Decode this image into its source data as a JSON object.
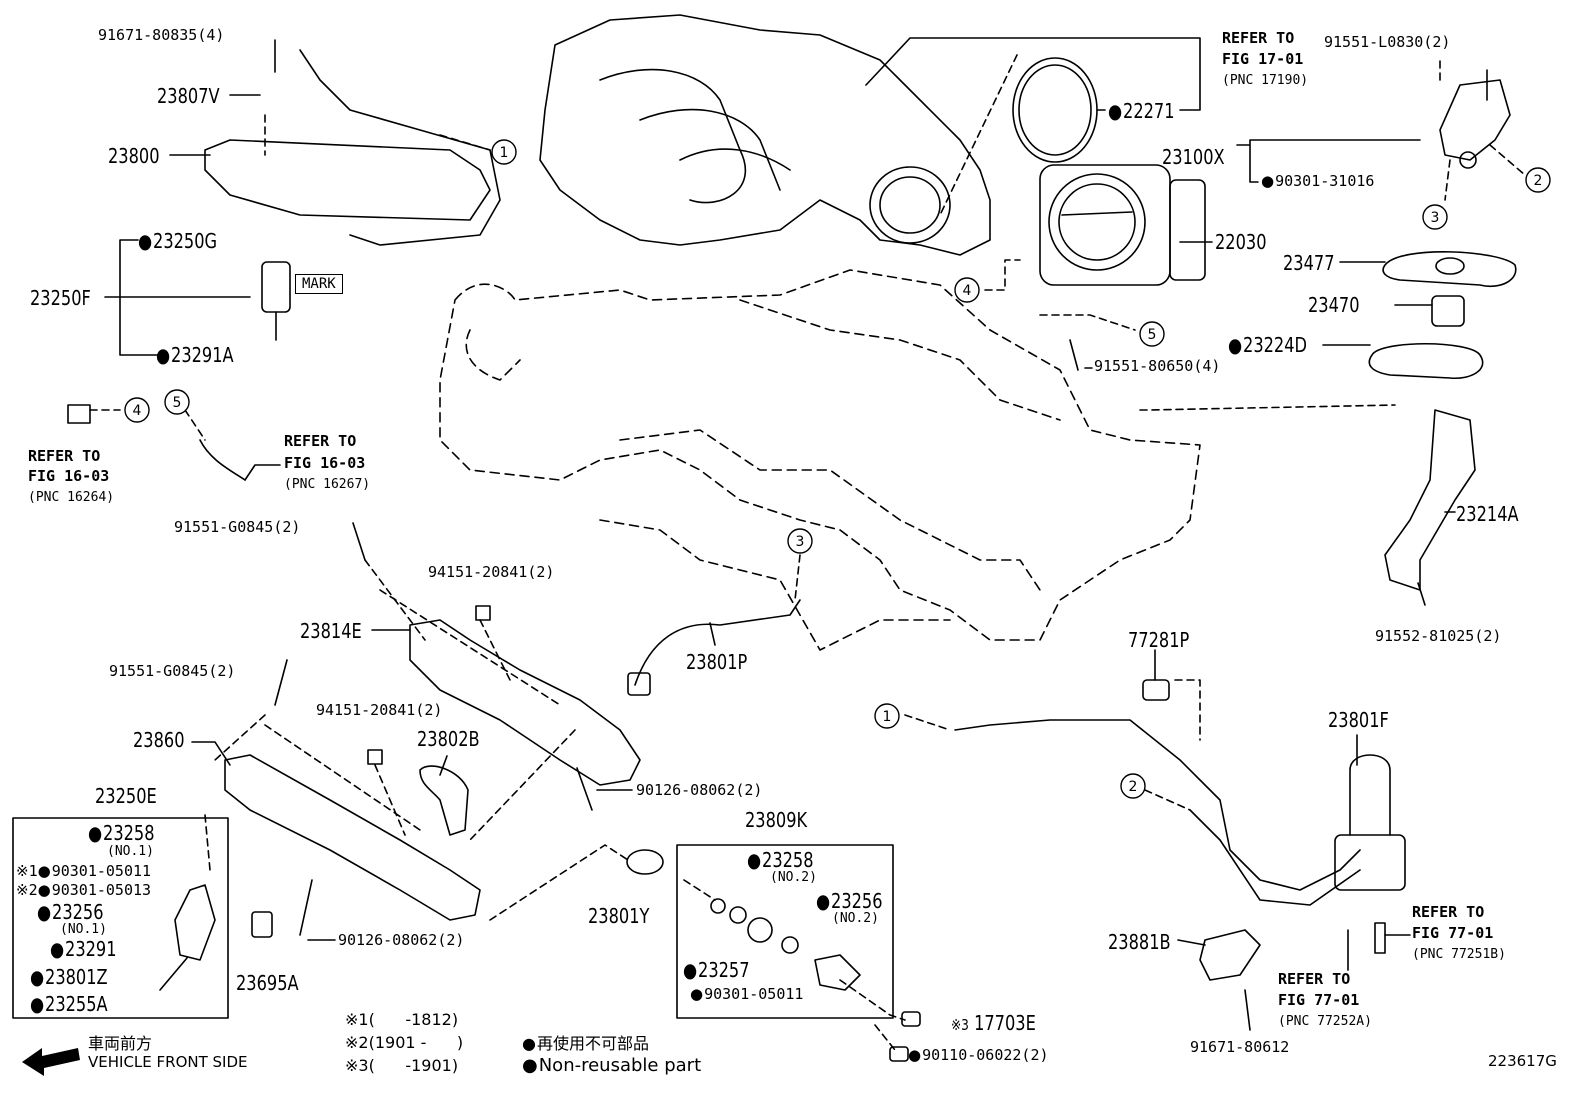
{
  "diagram_id": "223617G",
  "box_mark": "MARK",
  "labels": {
    "l1": "91671-80835(4)",
    "l2": "23807V",
    "l3": "23800",
    "l4": "23250G",
    "l5": "23250F",
    "l6": "23291A",
    "l7": "REFER TO",
    "l8": "FIG 16-03",
    "l9": "(PNC 16264)",
    "l10": "REFER TO",
    "l11": "FIG 16-03",
    "l12": "(PNC 16267)",
    "l13": "REFER TO",
    "l14": "FIG 17-01",
    "l15": "(PNC 17190)",
    "l16": "22271",
    "l17": "91551-L0830(2)",
    "l18": "23100X",
    "l19": "90301-31016",
    "l20": "22030",
    "l21": "23477",
    "l22": "23470",
    "l23": "23224D",
    "l24": "91551-80650(4)",
    "l25": "23214A",
    "l26": "91552-81025(2)",
    "l27": "91551-G0845(2)",
    "l28": "94151-20841(2)",
    "l29": "23814E",
    "l30": "23801P",
    "l31": "91551-G0845(2)",
    "l32": "94151-20841(2)",
    "l33": "23860",
    "l34": "23802B",
    "l35": "90126-08062(2)",
    "l36": "23250E",
    "l37": "23258",
    "l38": "(NO.1)",
    "l39": "90301-05011",
    "l40": "90301-05013",
    "l41": "23256",
    "l42": "(NO.1)",
    "l43": "23291",
    "l44": "23801Z",
    "l45": "23255A",
    "l46": "23695A",
    "l47": "90126-08062(2)",
    "l48": "23801Y",
    "l49": "23809K",
    "l50": "23258",
    "l51": "(NO.2)",
    "l52": "23256",
    "l53": "(NO.2)",
    "l54": "23257",
    "l55": "90301-05011",
    "l56": "17703E",
    "l57": "90110-06022(2)",
    "l58": "77281P",
    "l59": "23801F",
    "l60": "23881B",
    "l61": "REFER TO",
    "l62": "FIG 77-01",
    "l63": "(PNC 77251B)",
    "l64": "REFER TO",
    "l65": "FIG 77-01",
    "l66": "(PNC 77252A)",
    "l67": "91671-80612"
  },
  "circles": [
    "1",
    "2",
    "3",
    "4",
    "5"
  ],
  "legend": {
    "note1_mark": "※1",
    "note1_range": "(      -1812)",
    "note2_mark": "※2",
    "note2_range": "(1901 -      )",
    "note3_mark": "※3",
    "note3_range": "(      -1901)",
    "nonreusable_jp": "再使用不可部品",
    "nonreusable_en": "Non-reusable part",
    "front_jp": "車両前方",
    "front_en": "VEHICLE FRONT SIDE",
    "mark1": "※1",
    "mark2": "※2",
    "mark3": "※3"
  }
}
